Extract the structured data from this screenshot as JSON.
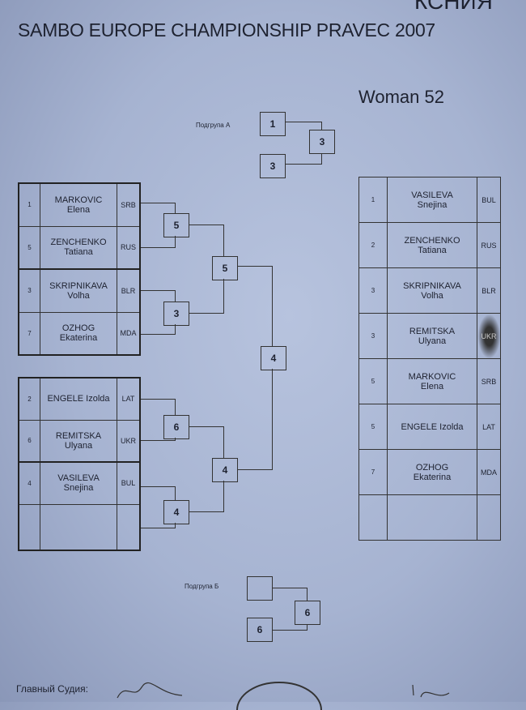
{
  "header": {
    "cut_text": "КСНИЯ",
    "title": "SAMBO EUROPE CHAMPIONSHIP PRAVEC 2007",
    "category": "Woman 52"
  },
  "subgroup_a": {
    "label": "Подгрупа А",
    "box_top": "1",
    "box_bottom": "3",
    "winner": "3"
  },
  "subgroup_b": {
    "label": "Подгрупа Б",
    "box_top": "",
    "box_bottom": "6",
    "winner": "6"
  },
  "pool1": [
    {
      "num": "1",
      "last": "MARKOVIC",
      "first": "Elena",
      "country": "SRB"
    },
    {
      "num": "5",
      "last": "ZENCHENKO",
      "first": "Tatiana",
      "country": "RUS"
    },
    {
      "num": "3",
      "last": "SKRIPNIKAVA",
      "first": "Volha",
      "country": "BLR"
    },
    {
      "num": "7",
      "last": "OZHOG",
      "first": "Ekaterina",
      "country": "MDA"
    }
  ],
  "pool2": [
    {
      "num": "2",
      "last": "ENGELE Izolda",
      "first": "",
      "country": "LAT"
    },
    {
      "num": "6",
      "last": "REMITSKA",
      "first": "Ulyana",
      "country": "UKR"
    },
    {
      "num": "4",
      "last": "VASILEVA",
      "first": "Snejina",
      "country": "BUL"
    },
    {
      "num": "",
      "last": "",
      "first": "",
      "country": ""
    }
  ],
  "bracket": {
    "r1a": "5",
    "r1b": "3",
    "r1c": "6",
    "r1d": "4",
    "r2a": "5",
    "r2b": "4",
    "final": "4"
  },
  "results": [
    {
      "place": "1",
      "last": "VASILEVA",
      "first": "Snejina",
      "country": "BUL"
    },
    {
      "place": "2",
      "last": "ZENCHENKO",
      "first": "Tatiana",
      "country": "RUS"
    },
    {
      "place": "3",
      "last": "SKRIPNIKAVA",
      "first": "Volha",
      "country": "BLR"
    },
    {
      "place": "3",
      "last": "REMITSKA",
      "first": "Ulyana",
      "country": "UKR"
    },
    {
      "place": "5",
      "last": "MARKOVIC",
      "first": "Elena",
      "country": "SRB"
    },
    {
      "place": "5",
      "last": "ENGELE Izolda",
      "first": "",
      "country": "LAT"
    },
    {
      "place": "7",
      "last": "OZHOG",
      "first": "Ekaterina",
      "country": "MDA"
    },
    {
      "place": "",
      "last": "",
      "first": "",
      "country": ""
    }
  ],
  "footer": {
    "chief_judge_label": "Главный Судия:"
  }
}
